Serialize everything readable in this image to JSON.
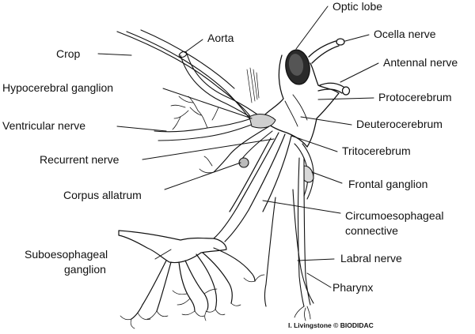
{
  "diagram": {
    "labels": {
      "optic_lobe": "Optic lobe",
      "crop": "Crop",
      "aorta": "Aorta",
      "ocella_nerve": "Ocella nerve",
      "antennal_nerve": "Antennal nerve",
      "hypocerebral_ganglion": "Hypocerebral ganglion",
      "protocerebrum": "Protocerebrum",
      "ventricular_nerve": "Ventricular nerve",
      "deuterocerebrum": "Deuterocerebrum",
      "recurrent_nerve": "Recurrent nerve",
      "tritocerebrum": "Tritocerebrum",
      "frontal_ganglion": "Frontal ganglion",
      "corpus_allatrum": "Corpus allatrum",
      "circumoesophageal_line1": "Circumoesophageal",
      "circumoesophageal_line2": "connective",
      "suboesophageal_line1": "Suboesophageal",
      "suboesophageal_line2": "ganglion",
      "labral_nerve": "Labral nerve",
      "pharynx": "Pharynx"
    },
    "credit": "I. Livingstone © BIODIDAC",
    "colors": {
      "ink": "#111111",
      "background": "#ffffff"
    }
  }
}
